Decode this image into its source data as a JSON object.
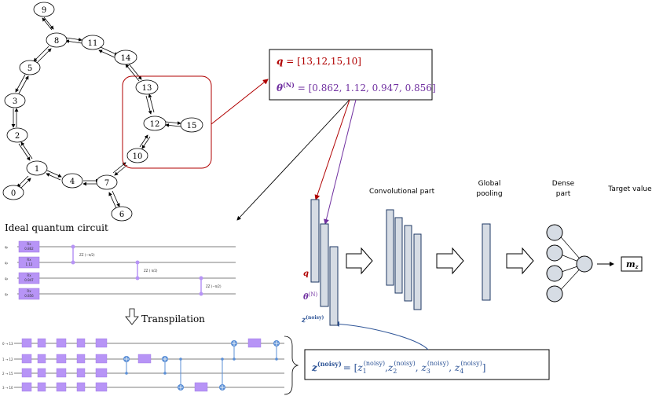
{
  "graph": {
    "nodes": [
      "0",
      "1",
      "2",
      "3",
      "4",
      "5",
      "6",
      "7",
      "8",
      "9",
      "10",
      "11",
      "12",
      "13",
      "14",
      "15"
    ]
  },
  "info_box": {
    "q_label": "q",
    "q_value": " = [13,12,15,10]",
    "theta_label": "θ",
    "theta_sup": "(N)",
    "theta_value": " = [0.862, 1.12, 0.947, 0.856]"
  },
  "ideal_circuit": {
    "title": "Ideal quantum circuit",
    "qubits": [
      "q₀",
      "q₁",
      "q₂",
      "q₃"
    ],
    "rx_label": "Rx",
    "rx_params": [
      "0.862",
      "1.12",
      "0.947",
      "0.856"
    ],
    "zz_labels": [
      "ZZ (−π/2)",
      "ZZ (  π/2)",
      "ZZ (−π/2)"
    ]
  },
  "transpilation_label": "Transpilation",
  "transpiled": {
    "qubits": [
      "0 → 13",
      "1 → 12",
      "2 → 15",
      "3 → 10"
    ]
  },
  "cnn": {
    "conv_label": [
      "Convolutional part"
    ],
    "pool_label": [
      "Global",
      "pooling"
    ],
    "dense_label": [
      "Dense",
      "part"
    ],
    "target_label": [
      "Target value"
    ],
    "output": "m",
    "output_sub": "z",
    "q_label": "q",
    "theta_label": "θ",
    "theta_sup": "(N)",
    "znoisy_label": "z",
    "znoisy_sup": "(noisy)"
  },
  "znoisy_box": {
    "z": "z",
    "sup": "(noisy)",
    "eq": "= [",
    "terms": [
      {
        "base": "z",
        "sub": "1",
        "sup": "(noisy)"
      },
      {
        "base": "z",
        "sub": "2",
        "sup": "(noisy)"
      },
      {
        "base": "z",
        "sub": "3",
        "sup": "(noisy)"
      },
      {
        "base": "z",
        "sub": "4",
        "sup": "(noisy)"
      }
    ],
    "close": "]"
  },
  "colors": {
    "red": "#b00000",
    "purple": "#7030a0",
    "blue": "#2f5597",
    "gate": "#b794f6",
    "panel": "#d6dce4"
  }
}
